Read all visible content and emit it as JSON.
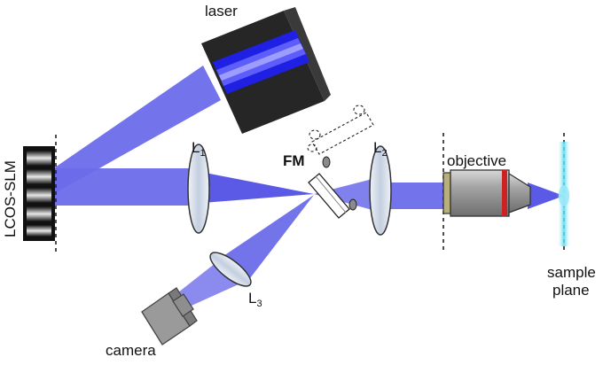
{
  "labels": {
    "laser": "laser",
    "slm": "LCOS-SLM",
    "l1": "L",
    "l1_sub": "1",
    "l2": "L",
    "l2_sub": "2",
    "l3": "L",
    "l3_sub": "3",
    "fm": "FM",
    "objective": "objective",
    "sample_line1": "sample",
    "sample_line2": "plane",
    "camera": "camera"
  },
  "colors": {
    "beam": "#5a5ae6",
    "beam_core": "#1a1af0",
    "housing": "#1e1e1e",
    "lens_fill": "#cfd8e6",
    "objective_body": "#9a9a9a",
    "objective_ring": "#cc2222",
    "sample_glow": "#4fd8f0",
    "camera_body": "#9a9a9a"
  },
  "icons": {
    "laser": "laser-icon",
    "slm": "slm-icon",
    "lens": "lens-icon",
    "mirror": "flip-mirror-icon",
    "objective": "objective-icon",
    "camera": "camera-icon"
  }
}
